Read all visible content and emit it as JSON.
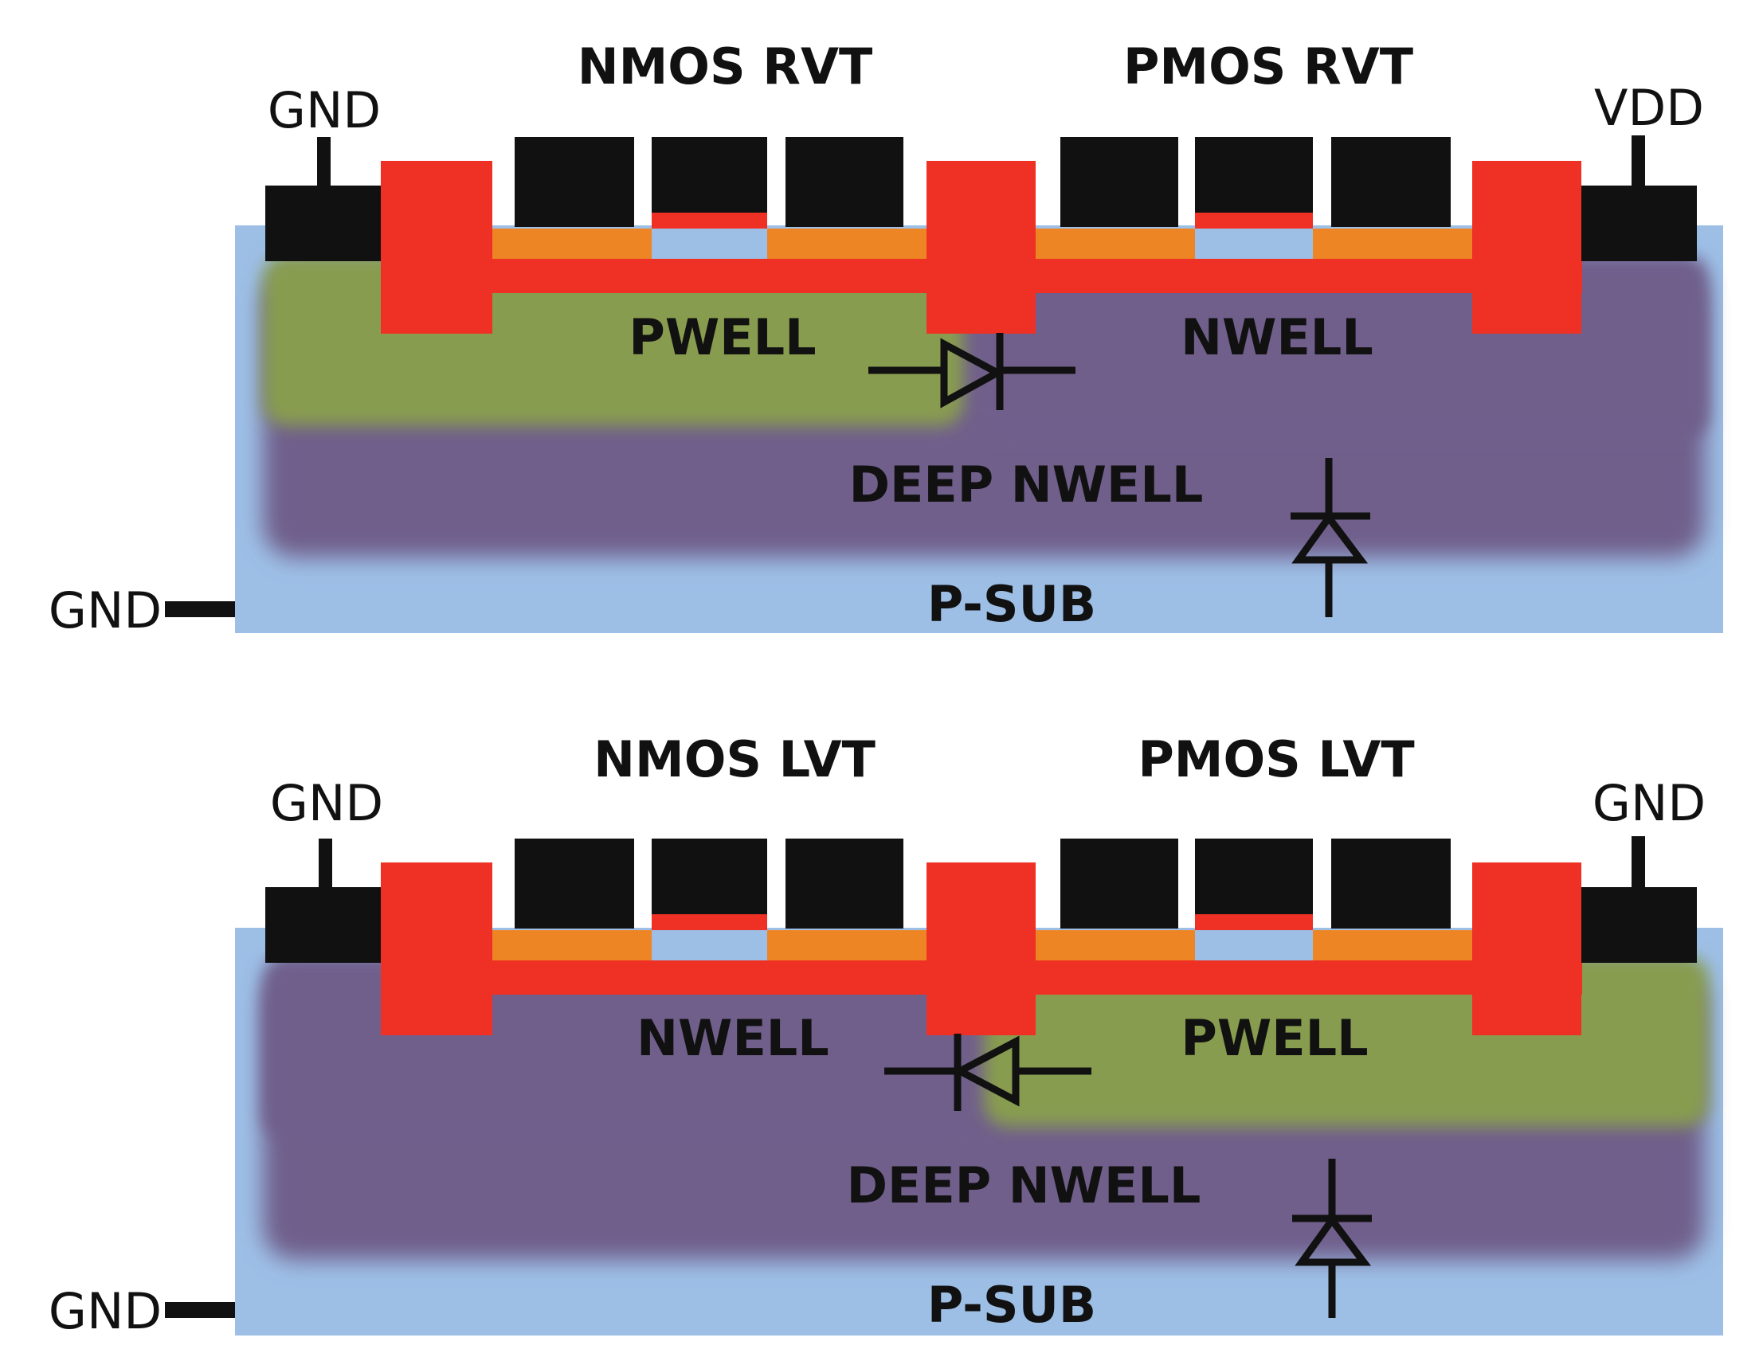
{
  "colors": {
    "psub": "#9dbfe6",
    "deep_nwell": "#6f5f8b",
    "nwell": "#6f5f8b",
    "pwell": "#889c50",
    "contact": "#111111",
    "red": "#ee3124",
    "orange": "#ee8524",
    "channel": "#9dbfe6",
    "diode": "#111111"
  },
  "panels": [
    {
      "id": "top",
      "nmos_label": "NMOS RVT",
      "pmos_label": "PMOS RVT",
      "left_terminal": "GND",
      "right_terminal": "VDD",
      "sub_terminal": "GND",
      "left_well": "PWELL",
      "right_well": "NWELL",
      "left_well_type": "p",
      "right_well_type": "n",
      "deep_label": "DEEP NWELL",
      "sub_label": "P-SUB",
      "well_diode_direction": "right"
    },
    {
      "id": "bottom",
      "nmos_label": "NMOS LVT",
      "pmos_label": "PMOS LVT",
      "left_terminal": "GND",
      "right_terminal": "GND",
      "sub_terminal": "GND",
      "left_well": "NWELL",
      "right_well": "PWELL",
      "left_well_type": "n",
      "right_well_type": "p",
      "deep_label": "DEEP NWELL",
      "sub_label": "P-SUB",
      "well_diode_direction": "left"
    }
  ]
}
